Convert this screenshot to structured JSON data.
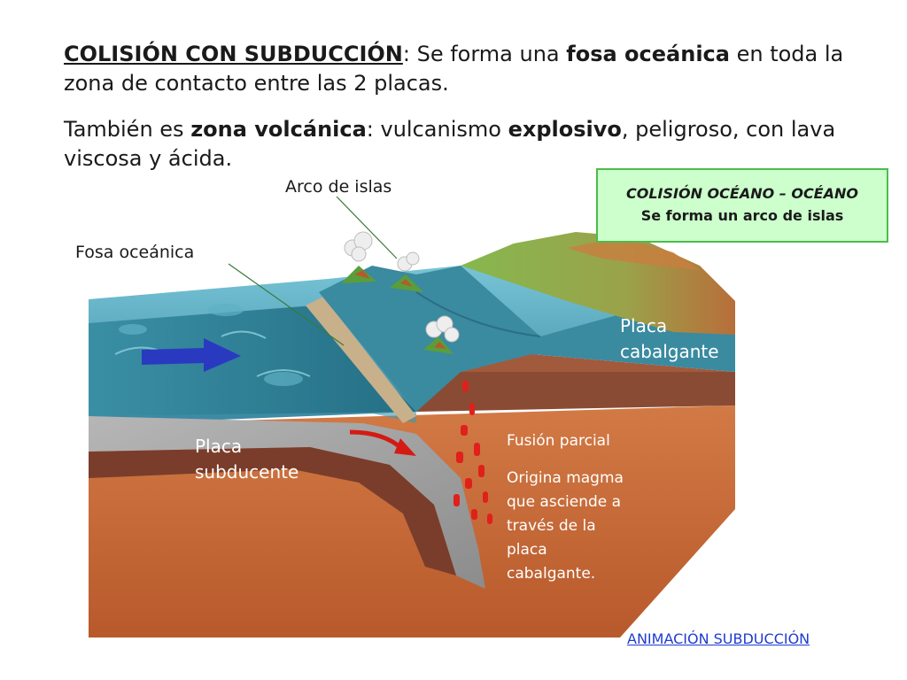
{
  "intro": {
    "p1": {
      "title": "COLISIÓN CON SUBDUCCIÓN",
      "t1": ": Se forma una ",
      "bold1": "fosa oceánica",
      "t2": " en toda la zona de contacto entre las 2 placas."
    },
    "p2": {
      "t1": "También es ",
      "bold1": "zona volcánica",
      "t2": ": vulcanismo ",
      "bold2": "explosivo",
      "t3": ", peligroso, con lava viscosa y ácida."
    }
  },
  "diagram": {
    "labels": {
      "arco": "Arco de islas",
      "fosa": "Fosa oceánica",
      "placa_cab_1": "Placa",
      "placa_cab_2": "cabalgante",
      "placa_sub_1": "Placa",
      "placa_sub_2": "subducente",
      "fusion": "Fusión parcial",
      "origen": [
        "Origina magma",
        "que asciende a",
        "través de la",
        "placa",
        "cabalgante."
      ]
    }
  },
  "info_box": {
    "line1": "COLISIÓN OCÉANO – OCÉANO",
    "line2": "Se forma un arco de islas"
  },
  "link": {
    "label": "ANIMACIÓN SUBDUCCIÓN"
  },
  "colors": {
    "ocean": "#2e8fae",
    "mantle": "#c96a36",
    "crust": "#8a4b35",
    "land": "#7fb24a",
    "magma": "#e0201a",
    "box_bg": "#ccffcc",
    "link": "#1f3bd1"
  }
}
